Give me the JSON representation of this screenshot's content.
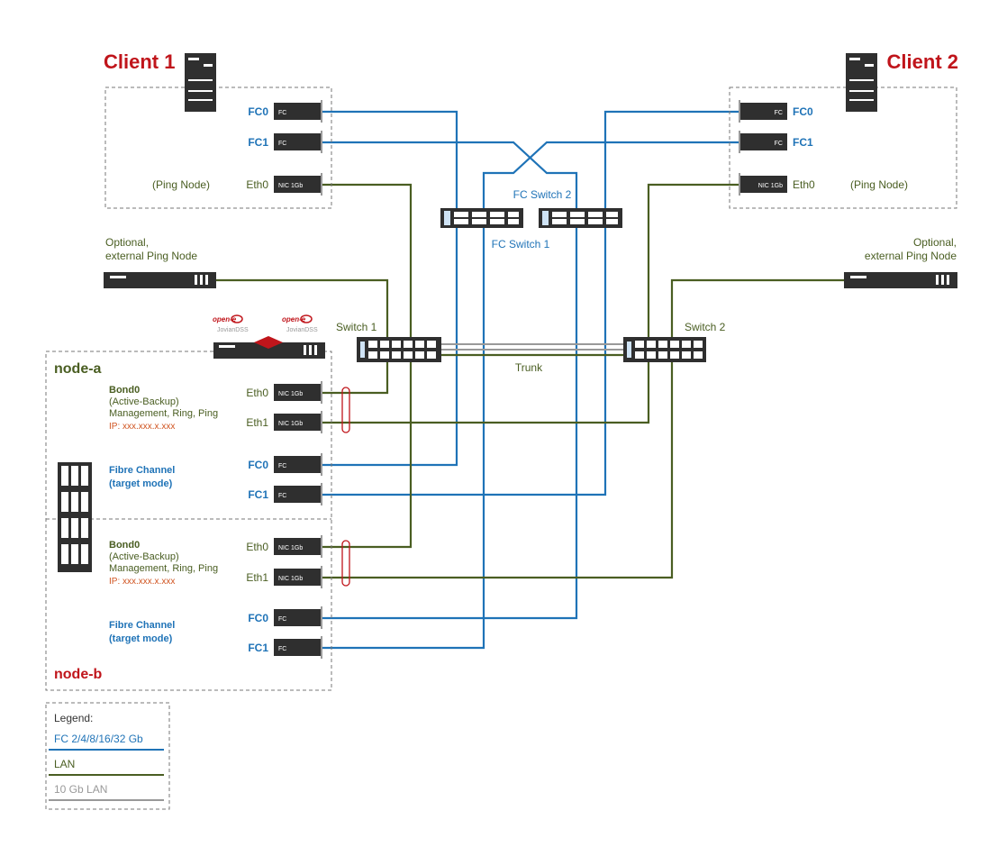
{
  "clients": {
    "client1": {
      "title": "Client 1",
      "fc0": "FC0",
      "fc1": "FC1",
      "eth0": "Eth0",
      "ping": "(Ping Node)"
    },
    "client2": {
      "title": "Client 2",
      "fc0": "FC0",
      "fc1": "FC1",
      "eth0": "Eth0",
      "ping": "(Ping Node)"
    }
  },
  "cards": {
    "fc": "FC",
    "nic": "NIC 1Gb"
  },
  "fc_switches": {
    "switch1": "FC Switch 1",
    "switch2": "FC Switch 2"
  },
  "lan_switches": {
    "switch1": "Switch 1",
    "switch2": "Switch 2",
    "trunk": "Trunk"
  },
  "external_ping": {
    "left_line1": "Optional,",
    "left_line2": "external Ping Node",
    "right_line1": "Optional,",
    "right_line2": "external Ping Node"
  },
  "logo": {
    "brand": "open-e",
    "product": "JovianDSS"
  },
  "nodes": {
    "node_a": {
      "title": "node-a",
      "bond": "Bond0",
      "bond_mode": "(Active-Backup)",
      "bond_use": "Management, Ring, Ping",
      "ip": "IP: xxx.xxx.x.xxx",
      "eth0": "Eth0",
      "eth1": "Eth1",
      "fc_title": "Fibre Channel",
      "fc_mode": "(target mode)",
      "fc0": "FC0",
      "fc1": "FC1"
    },
    "node_b": {
      "title": "node-b",
      "bond": "Bond0",
      "bond_mode": "(Active-Backup)",
      "bond_use": "Management, Ring, Ping",
      "ip": "IP: xxx.xxx.x.xxx",
      "eth0": "Eth0",
      "eth1": "Eth1",
      "fc_title": "Fibre Channel",
      "fc_mode": "(target mode)",
      "fc0": "FC0",
      "fc1": "FC1"
    }
  },
  "legend": {
    "title": "Legend:",
    "fc": "FC 2/4/8/16/32 Gb",
    "lan": "LAN",
    "ten": "10 Gb LAN"
  },
  "colors": {
    "fc": "#1f73b7",
    "lan": "#4a5e22",
    "ten_gb": "#999999",
    "accent": "#c0151b"
  }
}
